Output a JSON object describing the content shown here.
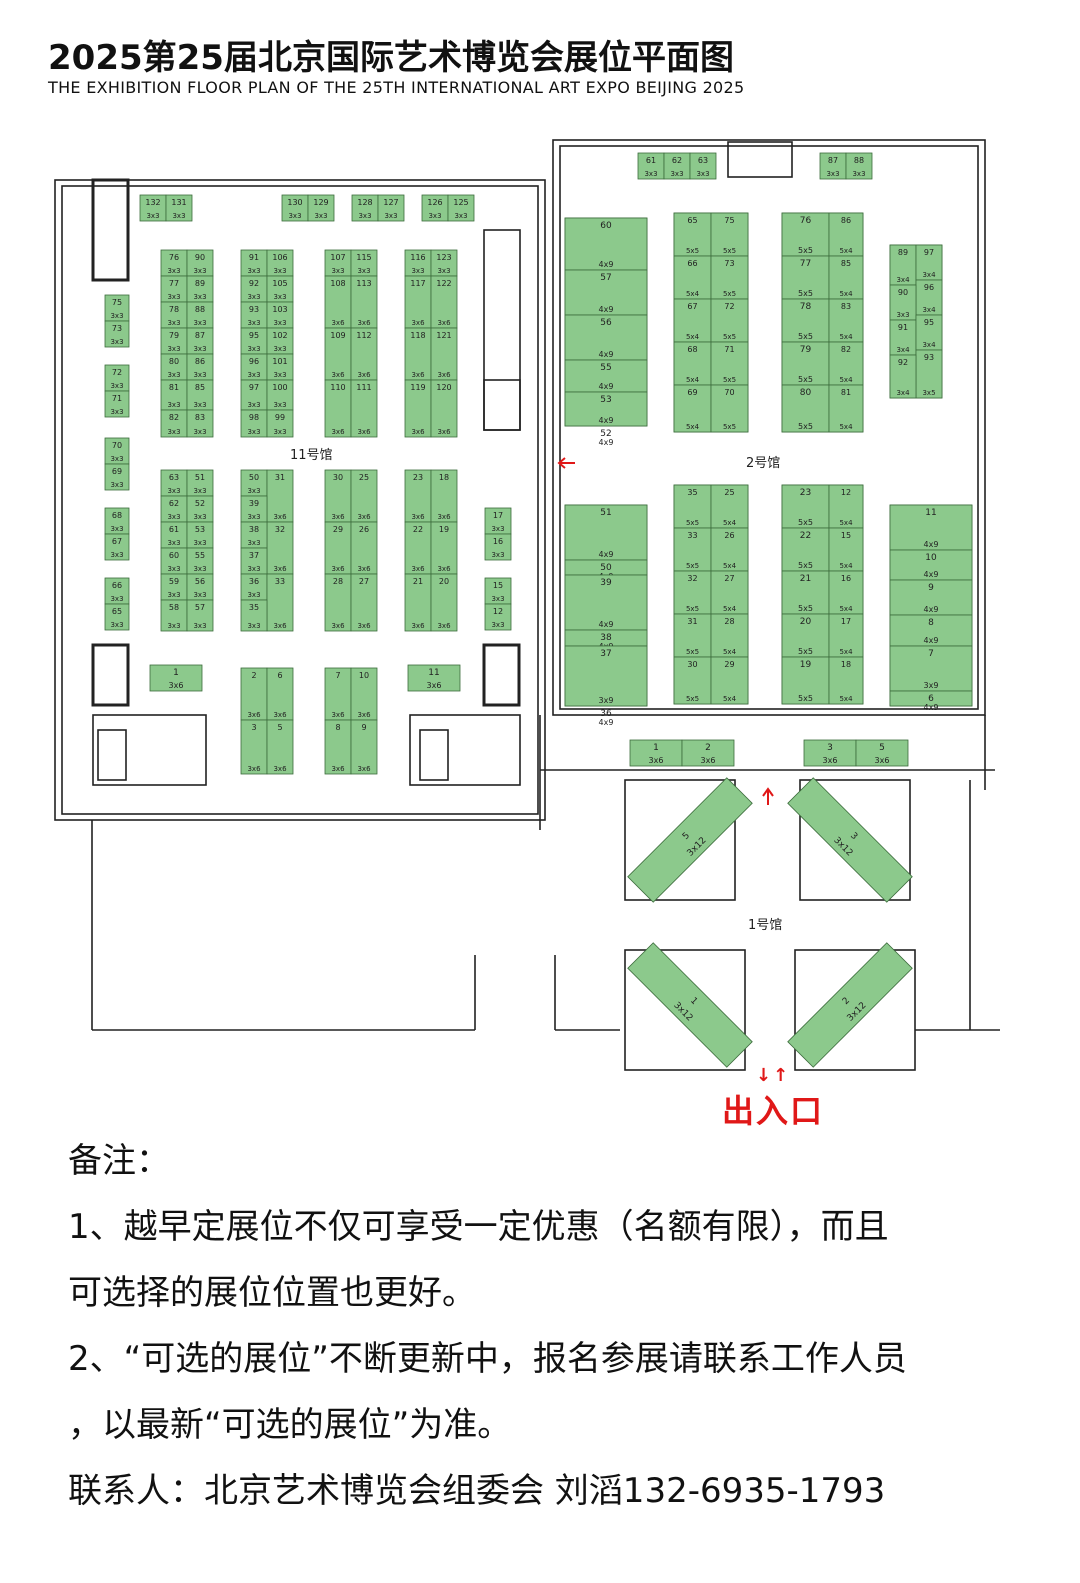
{
  "title": "2025第25届北京国际艺术博览会展位平面图",
  "subtitle": "THE EXHIBITION FLOOR PLAN OF THE 25TH INTERNATIONAL ART EXPO BEIJING 2025",
  "halls": {
    "hall11": "11号馆",
    "hall2": "2号馆",
    "hall1": "1号馆"
  },
  "entrance": {
    "arrows": "↓↑",
    "label": "出入口"
  },
  "colors": {
    "booth": "#8cc98c",
    "arrow": "#e01818"
  },
  "notes": {
    "heading": "备注：",
    "line1": "1、越早定展位不仅可享受一定优惠（名额有限），而且",
    "line2": "可选择的展位位置也更好。",
    "line3": "2、“可选的展位”不断更新中，报名参展请联系工作人员",
    "line4": "，以最新“可选的展位”为准。",
    "contact": "联系人：北京艺术博览会组委会 刘滔132-6935-1793"
  },
  "booths": {
    "hall11": [
      {
        "no": "132",
        "size": "3x3"
      },
      {
        "no": "131",
        "size": "3x3"
      },
      {
        "no": "130",
        "size": "3x3"
      },
      {
        "no": "129",
        "size": "3x3"
      },
      {
        "no": "128",
        "size": "3x3"
      },
      {
        "no": "127",
        "size": "3x3"
      },
      {
        "no": "126",
        "size": "3x3"
      },
      {
        "no": "125",
        "size": "3x3"
      },
      {
        "no": "76",
        "size": "3x3"
      },
      {
        "no": "90",
        "size": "3x3"
      },
      {
        "no": "77",
        "size": "3x3"
      },
      {
        "no": "89",
        "size": "3x3"
      },
      {
        "no": "78",
        "size": "3x3"
      },
      {
        "no": "88",
        "size": "3x3"
      },
      {
        "no": "79",
        "size": "3x3"
      },
      {
        "no": "87",
        "size": "3x3"
      },
      {
        "no": "80",
        "size": "3x3"
      },
      {
        "no": "86",
        "size": "3x3"
      },
      {
        "no": "81",
        "size": "3x3"
      },
      {
        "no": "85",
        "size": "3x3"
      },
      {
        "no": "82",
        "size": "3x3"
      },
      {
        "no": "83",
        "size": "3x3"
      },
      {
        "no": "91",
        "size": "3x3"
      },
      {
        "no": "106",
        "size": "3x3"
      },
      {
        "no": "92",
        "size": "3x3"
      },
      {
        "no": "105",
        "size": "3x3"
      },
      {
        "no": "93",
        "size": "3x3"
      },
      {
        "no": "103",
        "size": "3x3"
      },
      {
        "no": "95",
        "size": "3x3"
      },
      {
        "no": "102",
        "size": "3x3"
      },
      {
        "no": "96",
        "size": "3x3"
      },
      {
        "no": "101",
        "size": "3x3"
      },
      {
        "no": "97",
        "size": "3x3"
      },
      {
        "no": "100",
        "size": "3x3"
      },
      {
        "no": "98",
        "size": "3x3"
      },
      {
        "no": "99",
        "size": "3x3"
      },
      {
        "no": "107",
        "size": "3x3"
      },
      {
        "no": "115",
        "size": "3x3"
      },
      {
        "no": "108",
        "size": "3x6"
      },
      {
        "no": "113",
        "size": "3x6"
      },
      {
        "no": "109",
        "size": "3x6"
      },
      {
        "no": "112",
        "size": "3x6"
      },
      {
        "no": "110",
        "size": "3x6"
      },
      {
        "no": "111",
        "size": "3x6"
      },
      {
        "no": "116",
        "size": "3x3"
      },
      {
        "no": "123",
        "size": "3x3"
      },
      {
        "no": "117",
        "size": "3x6"
      },
      {
        "no": "122",
        "size": "3x6"
      },
      {
        "no": "118",
        "size": "3x6"
      },
      {
        "no": "121",
        "size": "3x6"
      },
      {
        "no": "119",
        "size": "3x6"
      },
      {
        "no": "120",
        "size": "3x6"
      },
      {
        "no": "75",
        "size": "3x3"
      },
      {
        "no": "73",
        "size": "3x3"
      },
      {
        "no": "72",
        "size": "3x3"
      },
      {
        "no": "71",
        "size": "3x3"
      },
      {
        "no": "70",
        "size": "3x3"
      },
      {
        "no": "69",
        "size": "3x3"
      },
      {
        "no": "68",
        "size": "3x3"
      },
      {
        "no": "67",
        "size": "3x3"
      },
      {
        "no": "66",
        "size": "3x3"
      },
      {
        "no": "65",
        "size": "3x3"
      },
      {
        "no": "63",
        "size": "3x3"
      },
      {
        "no": "51",
        "size": "3x3"
      },
      {
        "no": "62",
        "size": "3x3"
      },
      {
        "no": "52",
        "size": "3x3"
      },
      {
        "no": "61",
        "size": "3x3"
      },
      {
        "no": "53",
        "size": "3x3"
      },
      {
        "no": "60",
        "size": "3x3"
      },
      {
        "no": "55",
        "size": "3x3"
      },
      {
        "no": "59",
        "size": "3x3"
      },
      {
        "no": "56",
        "size": "3x3"
      },
      {
        "no": "58",
        "size": "3x3"
      },
      {
        "no": "57",
        "size": "3x3"
      },
      {
        "no": "50",
        "size": "3x3"
      },
      {
        "no": "31",
        "size": "3x6"
      },
      {
        "no": "39",
        "size": "3x3"
      },
      {
        "no": "32",
        "size": "3x6"
      },
      {
        "no": "38",
        "size": "3x3"
      },
      {
        "no": "37",
        "size": "3x3"
      },
      {
        "no": "36",
        "size": "3x3"
      },
      {
        "no": "33",
        "size": "3x6"
      },
      {
        "no": "35",
        "size": "3x3"
      },
      {
        "no": "30",
        "size": "3x6"
      },
      {
        "no": "25",
        "size": "3x6"
      },
      {
        "no": "29",
        "size": "3x6"
      },
      {
        "no": "26",
        "size": "3x6"
      },
      {
        "no": "28",
        "size": "3x6"
      },
      {
        "no": "27",
        "size": "3x6"
      },
      {
        "no": "23",
        "size": "3x6"
      },
      {
        "no": "18",
        "size": "3x6"
      },
      {
        "no": "22",
        "size": "3x6"
      },
      {
        "no": "19",
        "size": "3x6"
      },
      {
        "no": "21",
        "size": "3x6"
      },
      {
        "no": "20",
        "size": "3x6"
      },
      {
        "no": "17",
        "size": "3x3"
      },
      {
        "no": "16",
        "size": "3x3"
      },
      {
        "no": "15",
        "size": "3x3"
      },
      {
        "no": "12",
        "size": "3x3"
      },
      {
        "no": "1",
        "size": "3x6"
      },
      {
        "no": "11",
        "size": "3x6"
      },
      {
        "no": "2",
        "size": "3x6"
      },
      {
        "no": "6",
        "size": "3x6"
      },
      {
        "no": "3",
        "size": "3x6"
      },
      {
        "no": "5",
        "size": "3x6"
      },
      {
        "no": "7",
        "size": "3x6"
      },
      {
        "no": "10",
        "size": "3x6"
      },
      {
        "no": "8",
        "size": "3x6"
      },
      {
        "no": "9",
        "size": "3x6"
      }
    ],
    "hall2": [
      {
        "no": "61",
        "size": "3x3"
      },
      {
        "no": "62",
        "size": "3x3"
      },
      {
        "no": "63",
        "size": "3x3"
      },
      {
        "no": "87",
        "size": "3x3"
      },
      {
        "no": "88",
        "size": "3x3"
      },
      {
        "no": "60",
        "size": "4x9"
      },
      {
        "no": "57",
        "size": "4x9"
      },
      {
        "no": "56",
        "size": "4x9"
      },
      {
        "no": "55",
        "size": "4x9"
      },
      {
        "no": "53",
        "size": "4x9"
      },
      {
        "no": "52",
        "size": "4x9"
      },
      {
        "no": "65",
        "size": "5x5"
      },
      {
        "no": "75",
        "size": "5x5"
      },
      {
        "no": "66",
        "size": "5x4"
      },
      {
        "no": "73",
        "size": "5x5"
      },
      {
        "no": "67",
        "size": "5x4"
      },
      {
        "no": "72",
        "size": "5x5"
      },
      {
        "no": "68",
        "size": "5x4"
      },
      {
        "no": "71",
        "size": "5x5"
      },
      {
        "no": "69",
        "size": "5x4"
      },
      {
        "no": "70",
        "size": "5x5"
      },
      {
        "no": "76",
        "size": "5x5"
      },
      {
        "no": "86",
        "size": "5x4"
      },
      {
        "no": "77",
        "size": "5x5"
      },
      {
        "no": "85",
        "size": "5x4"
      },
      {
        "no": "78",
        "size": "5x5"
      },
      {
        "no": "83",
        "size": "5x4"
      },
      {
        "no": "79",
        "size": "5x5"
      },
      {
        "no": "82",
        "size": "5x4"
      },
      {
        "no": "80",
        "size": "5x5"
      },
      {
        "no": "81",
        "size": "5x4"
      },
      {
        "no": "89",
        "size": "3x4"
      },
      {
        "no": "97",
        "size": "3x4"
      },
      {
        "no": "96",
        "size": "3x4"
      },
      {
        "no": "90",
        "size": "3x3"
      },
      {
        "no": "91",
        "size": "3x4"
      },
      {
        "no": "95",
        "size": "3x4"
      },
      {
        "no": "93",
        "size": "3x5"
      },
      {
        "no": "92",
        "size": "3x4"
      },
      {
        "no": "51",
        "size": "4x9"
      },
      {
        "no": "50",
        "size": "4x9"
      },
      {
        "no": "39",
        "size": "4x9"
      },
      {
        "no": "38",
        "size": "4x9"
      },
      {
        "no": "37",
        "size": "3x9"
      },
      {
        "no": "36",
        "size": "4x9"
      },
      {
        "no": "35",
        "size": "5x5"
      },
      {
        "no": "25",
        "size": "5x4"
      },
      {
        "no": "33",
        "size": "5x5"
      },
      {
        "no": "26",
        "size": "5x4"
      },
      {
        "no": "32",
        "size": "5x5"
      },
      {
        "no": "27",
        "size": "5x4"
      },
      {
        "no": "31",
        "size": "5x5"
      },
      {
        "no": "28",
        "size": "5x4"
      },
      {
        "no": "30",
        "size": "5x5"
      },
      {
        "no": "29",
        "size": "5x4"
      },
      {
        "no": "23",
        "size": "5x5"
      },
      {
        "no": "12",
        "size": "5x4"
      },
      {
        "no": "22",
        "size": "5x5"
      },
      {
        "no": "15",
        "size": "5x4"
      },
      {
        "no": "21",
        "size": "5x5"
      },
      {
        "no": "16",
        "size": "5x4"
      },
      {
        "no": "20",
        "size": "5x5"
      },
      {
        "no": "17",
        "size": "5x4"
      },
      {
        "no": "19",
        "size": "5x5"
      },
      {
        "no": "18",
        "size": "5x4"
      },
      {
        "no": "11",
        "size": "4x9"
      },
      {
        "no": "10",
        "size": "4x9"
      },
      {
        "no": "9",
        "size": "4x9"
      },
      {
        "no": "8",
        "size": "4x9"
      },
      {
        "no": "7",
        "size": "3x9"
      },
      {
        "no": "6",
        "size": "4x9"
      }
    ],
    "hall1": [
      {
        "no": "1",
        "size": "3x6"
      },
      {
        "no": "2",
        "size": "3x6"
      },
      {
        "no": "3",
        "size": "3x6"
      },
      {
        "no": "5",
        "size": "3x6"
      },
      {
        "no": "5",
        "size": "3x12"
      },
      {
        "no": "3",
        "size": "3x12"
      },
      {
        "no": "1",
        "size": "3x12"
      },
      {
        "no": "2",
        "size": "3x12"
      }
    ]
  }
}
